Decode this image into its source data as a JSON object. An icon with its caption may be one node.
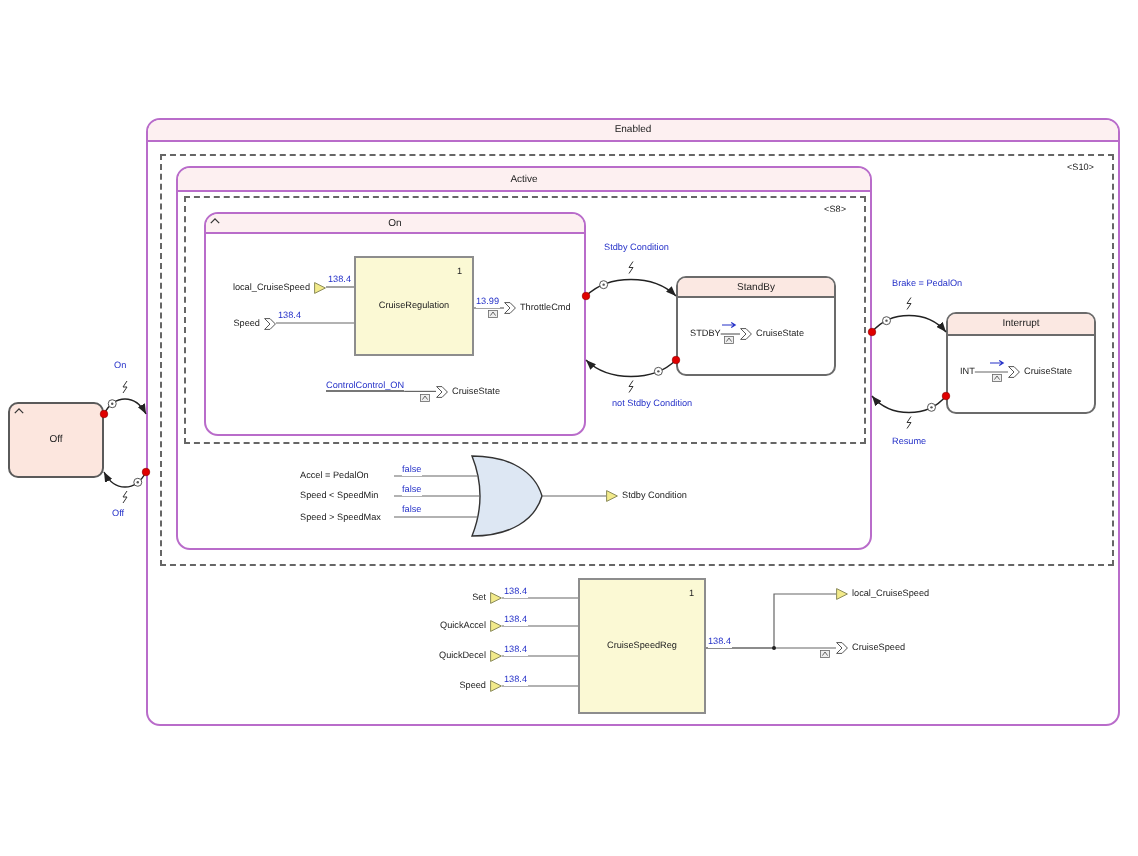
{
  "diagram": {
    "nodes": [
      {
        "text": [
          "Enabled"
        ]
      },
      {
        "text": [
          "<S10>"
        ],
        "in": 0
      },
      {
        "text": [
          "Active"
        ],
        "in": 1
      },
      {
        "text": [
          "<S8>"
        ],
        "in": 2
      },
      {
        "text": [
          "On"
        ],
        "in": 3
      },
      {
        "text": [
          "local_CruiseSpeed"
        ],
        "in": 4
      },
      {
        "text": [
          "Speed"
        ],
        "in": 4
      },
      {
        "text": [
          "1",
          "CruiseRegulation"
        ],
        "in": 4
      },
      {
        "text": [
          "ThrottleCmd"
        ],
        "in": 4
      },
      {
        "text": [
          "ControlControl_ON"
        ],
        "in": 4
      },
      {
        "text": [
          "CruiseState"
        ],
        "in": 4
      },
      {
        "text": [
          "StandBy"
        ],
        "in": 3
      },
      {
        "text": [
          "STDBY"
        ],
        "in": 11
      },
      {
        "text": [
          "CruiseState"
        ],
        "in": 11
      },
      {
        "text": [
          "Accel = PedalOn"
        ],
        "in": 2
      },
      {
        "text": [
          "Speed < SpeedMin"
        ],
        "in": 2
      },
      {
        "text": [
          "Speed > SpeedMax"
        ],
        "in": 2
      },
      {
        "text": [],
        "shape": "gate",
        "in": 2
      },
      {
        "text": [
          "Stdby Condition"
        ],
        "in": 2
      },
      {
        "text": [
          "Interrupt"
        ],
        "in": 1
      },
      {
        "text": [
          "INT"
        ],
        "in": 19
      },
      {
        "text": [
          "CruiseState"
        ],
        "in": 19
      },
      {
        "text": [
          "Set"
        ],
        "in": 0
      },
      {
        "text": [
          "QuickAccel"
        ],
        "in": 0
      },
      {
        "text": [
          "QuickDecel"
        ],
        "in": 0
      },
      {
        "text": [
          "Speed"
        ],
        "in": 0
      },
      {
        "text": [
          "1",
          "CruiseSpeedReg"
        ],
        "in": 0
      },
      {
        "text": [
          "local_CruiseSpeed"
        ],
        "in": 0
      },
      {
        "text": [
          "CruiseSpeed"
        ],
        "in": 0
      },
      {
        "text": [
          "Off"
        ]
      }
    ],
    "edges": [
      {
        "from": 29,
        "to": 0,
        "arrow": "to",
        "label": "On"
      },
      {
        "from": 0,
        "to": 29,
        "arrow": "to",
        "label": "Off"
      },
      {
        "from": 4,
        "to": 11,
        "arrow": "to",
        "label": "Stdby Condition"
      },
      {
        "from": 11,
        "to": 4,
        "arrow": "to",
        "label": "not Stdby Condition"
      },
      {
        "from": 2,
        "to": 19,
        "arrow": "to",
        "label": "Brake = PedalOn"
      },
      {
        "from": 19,
        "to": 2,
        "arrow": "to",
        "label": "Resume"
      },
      {
        "from": 5,
        "to": 7,
        "arrow": "none",
        "label": "138.4"
      },
      {
        "from": 6,
        "to": 7,
        "arrow": "none",
        "label": "138.4"
      },
      {
        "from": 7,
        "to": 8,
        "arrow": "none",
        "label": "13.99"
      },
      {
        "from": 9,
        "to": 10,
        "arrow": "none"
      },
      {
        "from": 12,
        "to": 13,
        "arrow": "none"
      },
      {
        "from": 20,
        "to": 21,
        "arrow": "none"
      },
      {
        "from": 14,
        "to": 17,
        "arrow": "none",
        "label": "false"
      },
      {
        "from": 15,
        "to": 17,
        "arrow": "none",
        "label": "false"
      },
      {
        "from": 16,
        "to": 17,
        "arrow": "none",
        "label": "false"
      },
      {
        "from": 17,
        "to": 18,
        "arrow": "none"
      },
      {
        "from": 22,
        "to": 26,
        "arrow": "none",
        "label": "138.4"
      },
      {
        "from": 23,
        "to": 26,
        "arrow": "none",
        "label": "138.4"
      },
      {
        "from": 24,
        "to": 26,
        "arrow": "none",
        "label": "138.4"
      },
      {
        "from": 25,
        "to": 26,
        "arrow": "none",
        "label": "138.4"
      },
      {
        "from": 26,
        "to": 27,
        "arrow": "none"
      },
      {
        "from": 26,
        "to": 28,
        "arrow": "none",
        "label": "138.4"
      }
    ]
  }
}
